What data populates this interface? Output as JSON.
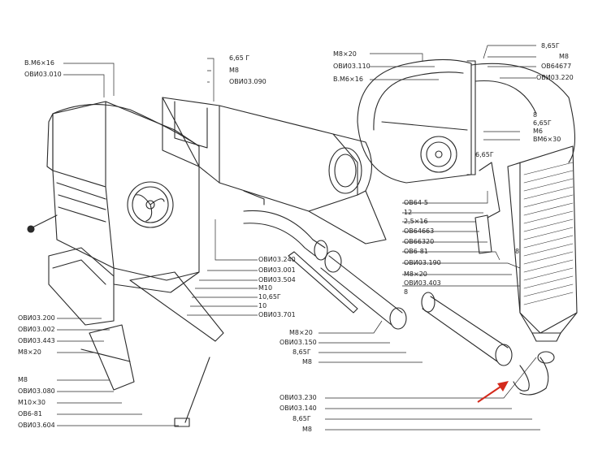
{
  "labels_left": [
    "В.М6×16",
    "ОВИ03.010"
  ],
  "labels_top_mid": [
    "6,65 Г",
    "М8",
    "ОВИ03.090"
  ],
  "labels_top_right_left": [
    "М8×20",
    "ОВИ03.110",
    "В.М6×16"
  ],
  "labels_top_right": [
    "8,65Г",
    "М8",
    "ОВ64677",
    "ОВИ03.220"
  ],
  "labels_fan_right": [
    "8",
    "6,65Г",
    "М6",
    "ВМ6×30"
  ],
  "label_fan_inner": "6,65Г",
  "labels_mid_right": [
    "ОВ64-5",
    "12",
    "2,5×16",
    "ОВ64663",
    "ОВ66320",
    "ОВ6-81",
    "ОВИ03.190",
    "М8×20",
    "ОВИ03.403",
    "8"
  ],
  "label_mid_right_8": "8",
  "labels_center": [
    "ОВИ03.240",
    "ОВИ03.001",
    "ОВИ03.504",
    "М10",
    "10,65Г",
    "10",
    "ОВИ03.701"
  ],
  "labels_left_low": [
    "ОВИ03.200",
    "ОВИ03.002",
    "ОВИ03.443",
    "М8×20"
  ],
  "labels_bottom_left": [
    "М8",
    "ОВИ03.080",
    "М10×30",
    "ОВ6-81",
    "ОВИ03.604"
  ],
  "labels_center_low": [
    "М8×20",
    "ОВИ03.150",
    "8,65Г",
    "М8"
  ],
  "labels_bottom_right": [
    "ОВИ03.230",
    "ОВИ03.140",
    "8,65Г",
    "М8"
  ],
  "colors": {
    "line": "#2a2a2a",
    "arrow": "#d42a1c"
  }
}
